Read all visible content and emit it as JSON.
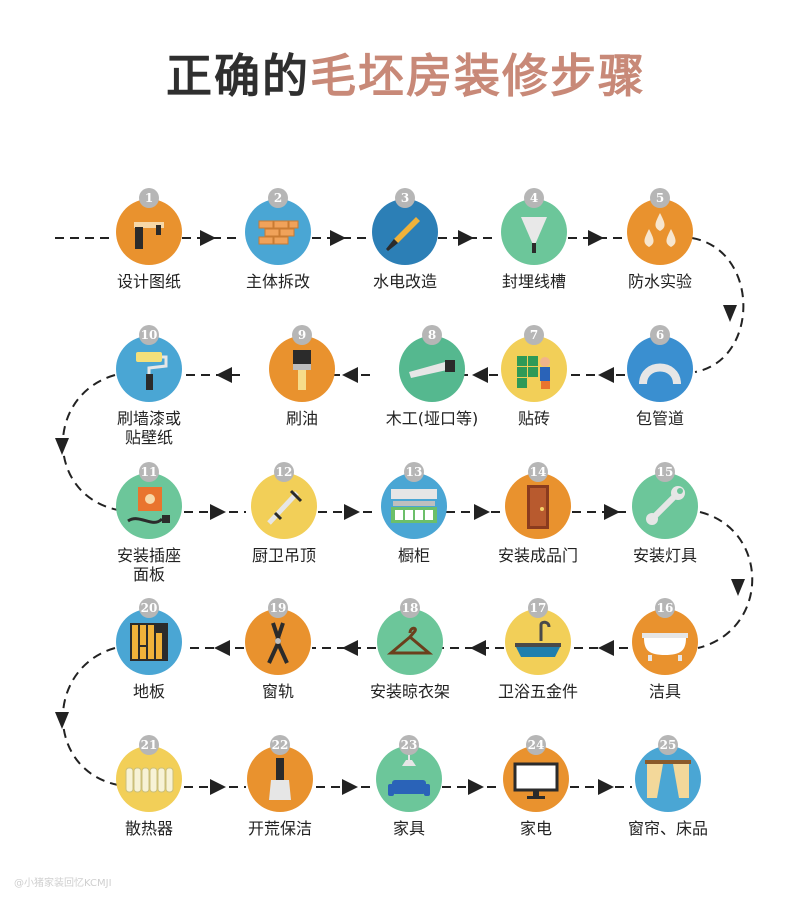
{
  "title": {
    "part1": "正确的",
    "part2": "毛坯房装修步骤"
  },
  "colors": {
    "title_dark": "#2f2f2f",
    "title_accent": "#c88978",
    "number_badge": "#b6b6b6",
    "connector": "#222222"
  },
  "steps": [
    {
      "number": "1",
      "label": "设计图纸",
      "icon": "drafting-ruler-icon",
      "color": "#e9922e"
    },
    {
      "number": "2",
      "label": "主体拆改",
      "icon": "brick-wall-icon",
      "color": "#4aa6d4"
    },
    {
      "number": "3",
      "label": "水电改造",
      "icon": "screwdriver-icon",
      "color": "#2c7fb6"
    },
    {
      "number": "4",
      "label": "封埋线槽",
      "icon": "trowel-icon",
      "color": "#6cc69a"
    },
    {
      "number": "5",
      "label": "防水实验",
      "icon": "water-drops-icon",
      "color": "#e9922e"
    },
    {
      "number": "6",
      "label": "包管道",
      "icon": "pipe-bend-icon",
      "color": "#3a8fd0"
    },
    {
      "number": "7",
      "label": "贴砖",
      "icon": "tiler-worker-icon",
      "color": "#f2cf58"
    },
    {
      "number": "8",
      "label": "木工(垭口等)",
      "icon": "saw-icon",
      "color": "#55b88f"
    },
    {
      "number": "9",
      "label": "刷油",
      "icon": "paint-brush-icon",
      "color": "#e9922e"
    },
    {
      "number": "10",
      "label": "刷墙漆或\n贴壁纸",
      "icon": "paint-roller-icon",
      "color": "#4aa6d4"
    },
    {
      "number": "11",
      "label": "安装插座\n面板",
      "icon": "power-plug-icon",
      "color": "#6cc69a"
    },
    {
      "number": "12",
      "label": "厨卫吊顶",
      "icon": "caliper-icon",
      "color": "#f2cf58"
    },
    {
      "number": "13",
      "label": "橱柜",
      "icon": "kitchen-cabinet-icon",
      "color": "#4aa6d4"
    },
    {
      "number": "14",
      "label": "安装成品门",
      "icon": "door-icon",
      "color": "#e9922e"
    },
    {
      "number": "15",
      "label": "安装灯具",
      "icon": "wrench-icon",
      "color": "#6cc69a"
    },
    {
      "number": "16",
      "label": "洁具",
      "icon": "bathtub-icon",
      "color": "#e9922e"
    },
    {
      "number": "17",
      "label": "卫浴五金件",
      "icon": "sink-icon",
      "color": "#f2cf58"
    },
    {
      "number": "18",
      "label": "安装晾衣架",
      "icon": "clothes-hanger-icon",
      "color": "#6cc69a"
    },
    {
      "number": "19",
      "label": "窗轨",
      "icon": "pliers-icon",
      "color": "#e9922e"
    },
    {
      "number": "20",
      "label": "地板",
      "icon": "floor-tiles-icon",
      "color": "#4aa6d4"
    },
    {
      "number": "21",
      "label": "散热器",
      "icon": "radiator-icon",
      "color": "#f2cf58"
    },
    {
      "number": "22",
      "label": "开荒保洁",
      "icon": "putty-knife-icon",
      "color": "#e9922e"
    },
    {
      "number": "23",
      "label": "家具",
      "icon": "sofa-lamp-icon",
      "color": "#6cc69a"
    },
    {
      "number": "24",
      "label": "家电",
      "icon": "television-icon",
      "color": "#e9922e"
    },
    {
      "number": "25",
      "label": "窗帘、床品",
      "icon": "curtains-icon",
      "color": "#4aa6d4"
    }
  ],
  "watermark": "@小猪家装回忆KCMJI"
}
